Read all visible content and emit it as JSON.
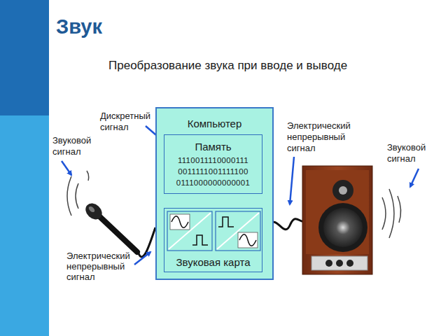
{
  "diagram": {
    "title": "Звук",
    "nodes": [
      {
        "text": [
          "Компьютер"
        ]
      },
      {
        "text": [
          "Память",
          "1110011110000111 0011111001111100 0111000000000001"
        ],
        "in": 0
      },
      {
        "text": [
          "Звуковая карта"
        ],
        "in": 0
      }
    ],
    "labels": [
      "Преобразование звука при вводе и выводе",
      "Дискретный сигнал",
      "Звуковой сигнал",
      "Электрический непрерывный сигнал",
      "Электрический непрерывный сигнал",
      "Звуковой сигнал"
    ]
  }
}
